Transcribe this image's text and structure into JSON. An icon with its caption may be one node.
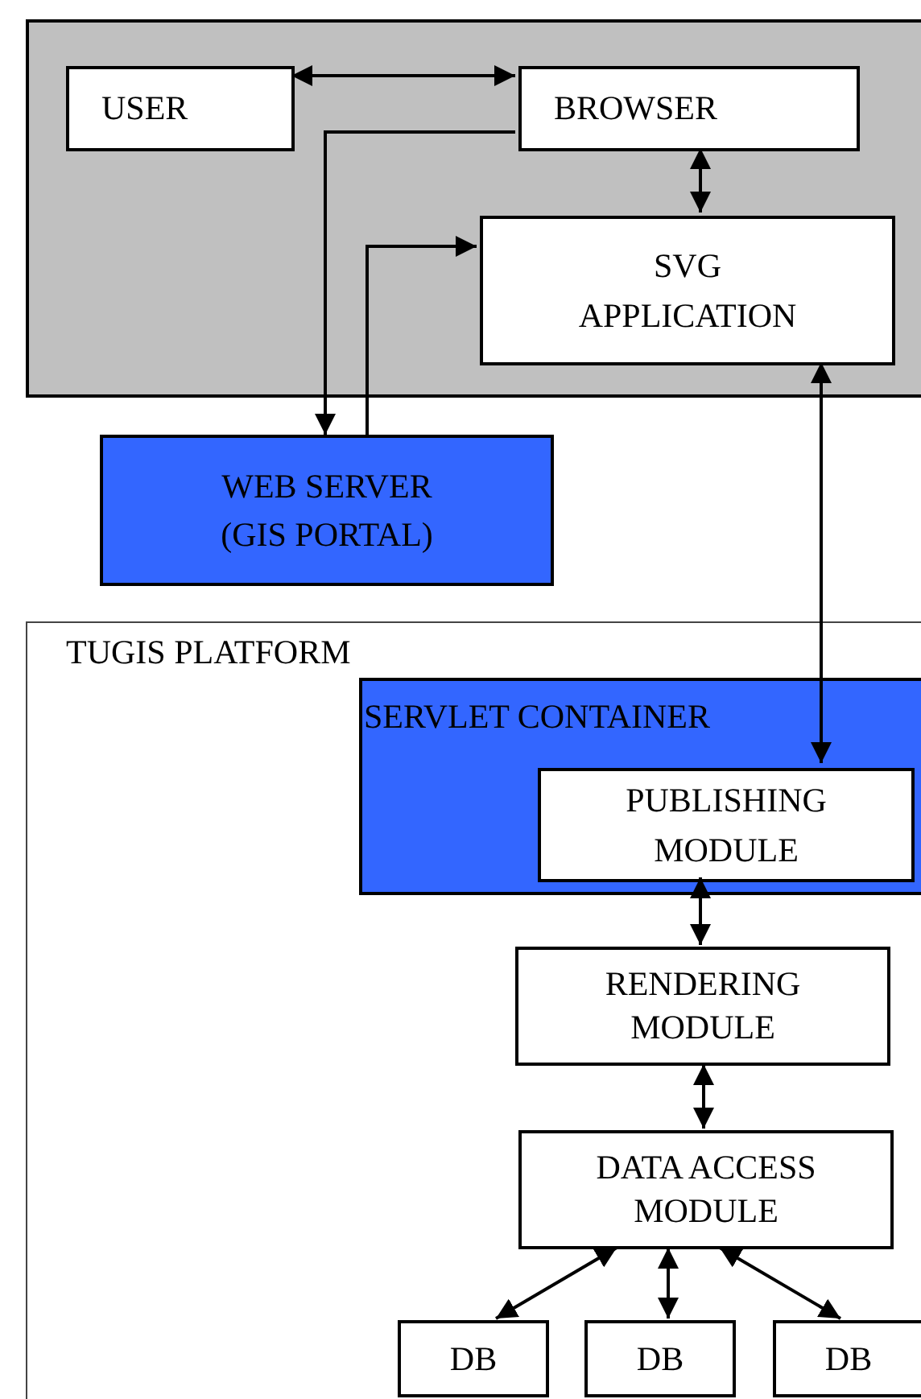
{
  "diagram": {
    "nodes": [
      {
        "text": [],
        "shape": "box"
      },
      {
        "text": [
          "USER"
        ],
        "in": 0
      },
      {
        "text": [
          "BROWSER"
        ],
        "in": 0
      },
      {
        "text": [
          "SVG APPLICATION"
        ],
        "in": 0
      },
      {
        "text": [
          "WEB SERVER",
          "(GIS PORTAL)"
        ]
      },
      {
        "text": [
          "TUGIS PLATFORM"
        ]
      },
      {
        "text": [
          "SERVLET CONTAINER"
        ],
        "in": 5
      },
      {
        "text": [
          "PUBLISHING MODULE"
        ],
        "in": 6
      },
      {
        "text": [
          "RENDERING MODULE"
        ],
        "in": 5
      },
      {
        "text": [
          "DATA ACCESS MODULE"
        ],
        "in": 5
      },
      {
        "text": [
          "DB"
        ],
        "in": 5
      },
      {
        "text": [
          "DB"
        ],
        "in": 5
      },
      {
        "text": [
          "DB"
        ],
        "in": 5
      }
    ],
    "edges": [
      {
        "from": 1,
        "to": 2,
        "arrow": "both"
      },
      {
        "from": 2,
        "to": 4,
        "arrow": "to"
      },
      {
        "from": 4,
        "to": 3,
        "arrow": "to"
      },
      {
        "from": 2,
        "to": 3,
        "arrow": "both"
      },
      {
        "from": 3,
        "to": 7,
        "arrow": "both"
      },
      {
        "from": 7,
        "to": 8,
        "arrow": "both"
      },
      {
        "from": 8,
        "to": 9,
        "arrow": "both"
      },
      {
        "from": 9,
        "to": 10,
        "arrow": "both"
      },
      {
        "from": 9,
        "to": 11,
        "arrow": "both"
      },
      {
        "from": 9,
        "to": 12,
        "arrow": "both"
      }
    ]
  }
}
